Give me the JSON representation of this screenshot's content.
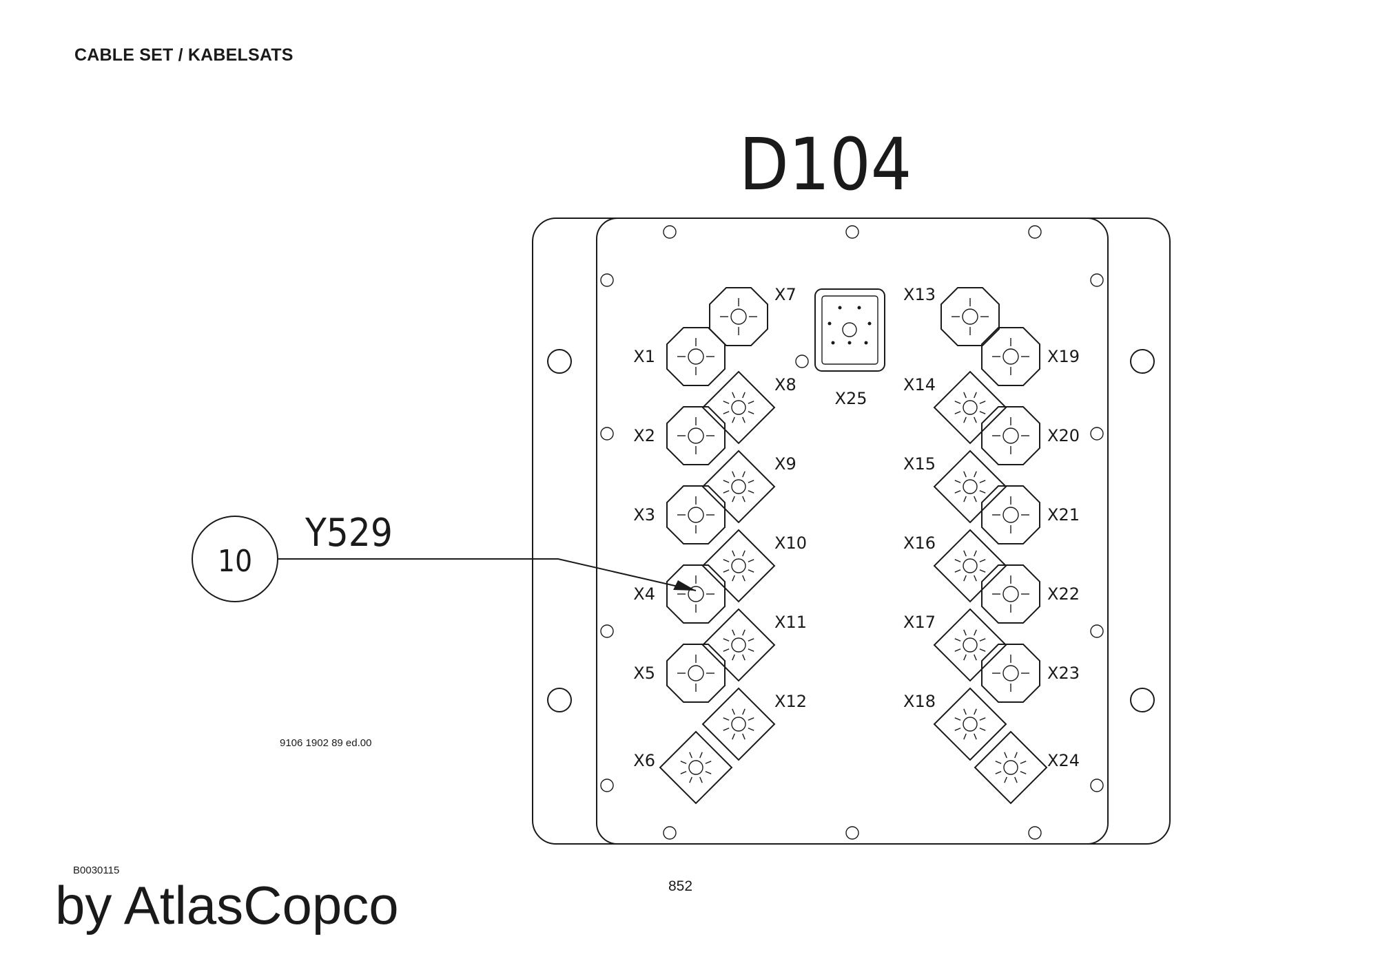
{
  "header": {
    "title": "CABLE SET / KABELSATS"
  },
  "diagram": {
    "unit_title": "D104",
    "connectors_left_inner": [
      "X1",
      "X2",
      "X3",
      "X4",
      "X5",
      "X6"
    ],
    "connectors_left_outer": [
      "X7",
      "X8",
      "X9",
      "X10",
      "X11",
      "X12"
    ],
    "connectors_right_inner": [
      "X13",
      "X14",
      "X15",
      "X16",
      "X17",
      "X18"
    ],
    "connectors_right_outer": [
      "X19",
      "X20",
      "X21",
      "X22",
      "X23",
      "X24"
    ],
    "center_connector": "X25",
    "callout": {
      "number": "10",
      "label": "Y529",
      "target": "X4"
    }
  },
  "footer": {
    "doc_number": "9106 1902 89 ed.00",
    "ref_code": "B0030115",
    "page_number": "852",
    "brand": "by AtlasCopco"
  }
}
